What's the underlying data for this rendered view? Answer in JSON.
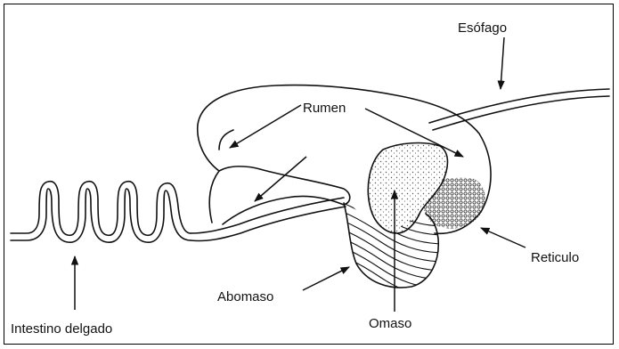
{
  "diagram": {
    "labels": {
      "esofago": "Esófago",
      "rumen": "Rumen",
      "reticulo": "Reticulo",
      "abomaso": "Abomaso",
      "omaso": "Omaso",
      "intestino": "Intestino delgado"
    }
  }
}
